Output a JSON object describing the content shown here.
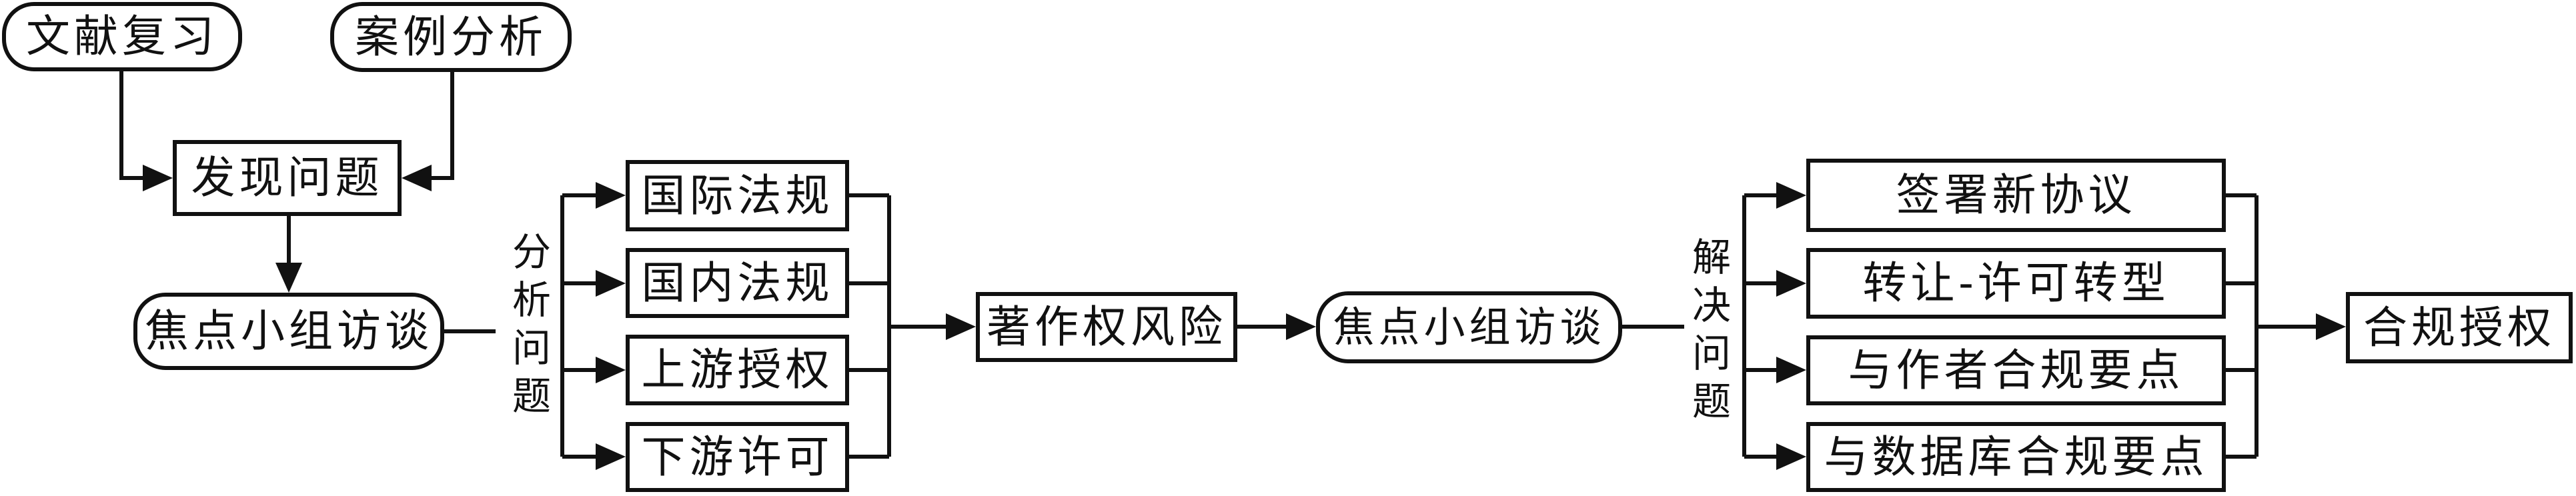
{
  "diagram": {
    "type": "flowchart",
    "background_color": "#ffffff",
    "stroke_color": "#111111",
    "nodes": {
      "literature_review": {
        "label": "文献复习",
        "shape": "rounded"
      },
      "case_analysis": {
        "label": "案例分析",
        "shape": "rounded"
      },
      "identify_problem": {
        "label": "发现问题",
        "shape": "rect"
      },
      "focus_group_1": {
        "label": "焦点小组访谈",
        "shape": "rounded"
      },
      "analyze_problem_label": {
        "label": "分析问题",
        "orientation": "vertical"
      },
      "international_regulations": {
        "label": "国际法规",
        "shape": "rect"
      },
      "domestic_regulations": {
        "label": "国内法规",
        "shape": "rect"
      },
      "upstream_authorization": {
        "label": "上游授权",
        "shape": "rect"
      },
      "downstream_licensing": {
        "label": "下游许可",
        "shape": "rect"
      },
      "copyright_risk": {
        "label": "著作权风险",
        "shape": "rect"
      },
      "focus_group_2": {
        "label": "焦点小组访谈",
        "shape": "rounded"
      },
      "solve_problem_label": {
        "label": "解决问题",
        "orientation": "vertical"
      },
      "sign_new_agreement": {
        "label": "签署新协议",
        "shape": "rect"
      },
      "transfer_license_transform": {
        "label": "转让-许可转型",
        "shape": "rect"
      },
      "author_compliance_points": {
        "label": "与作者合规要点",
        "shape": "rect"
      },
      "database_compliance_points": {
        "label": "与数据库合规要点",
        "shape": "rect"
      },
      "compliant_authorization": {
        "label": "合规授权",
        "shape": "rect"
      }
    }
  }
}
